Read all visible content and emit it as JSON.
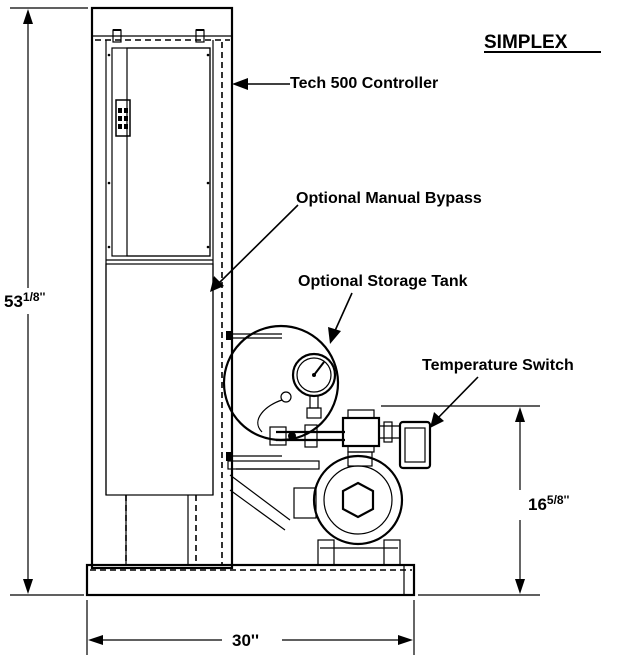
{
  "title": "SIMPLEX",
  "callouts": {
    "controller": "Tech 500 Controller",
    "bypass": "Optional Manual Bypass",
    "tank": "Optional Storage Tank",
    "switch": "Temperature Switch"
  },
  "dimensions": {
    "height": "53",
    "height_frac": "1/8''",
    "inlet_height": "16",
    "inlet_frac": "5/8''",
    "width": "30''"
  }
}
